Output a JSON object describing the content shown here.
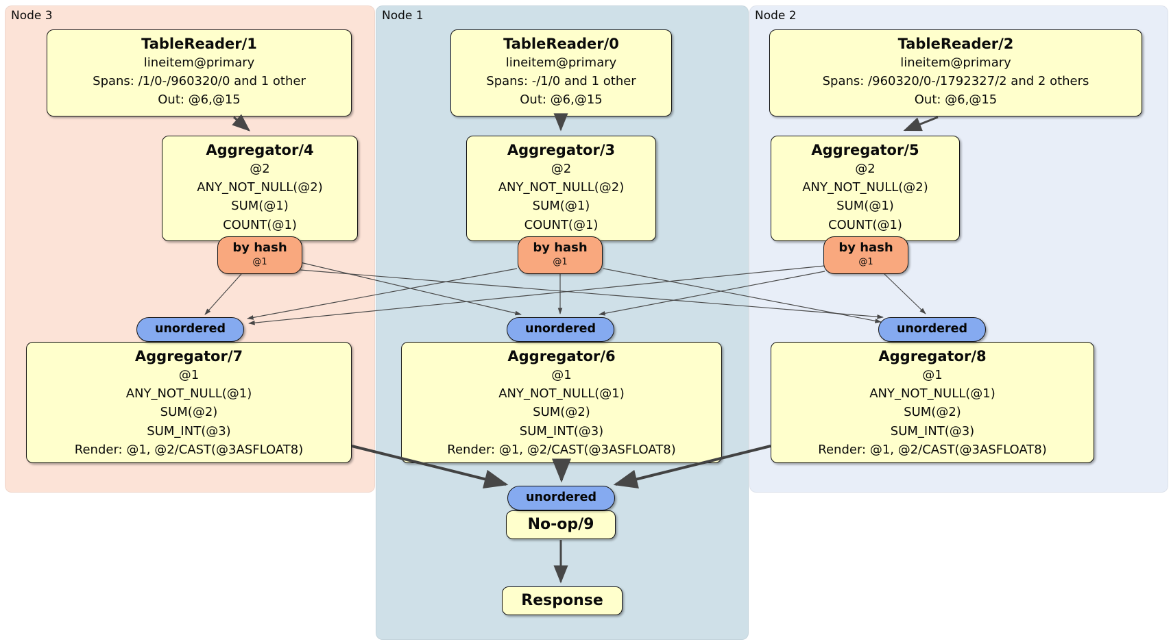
{
  "clusters": [
    {
      "id": "node3",
      "label": "Node 3"
    },
    {
      "id": "node1",
      "label": "Node 1"
    },
    {
      "id": "node2",
      "label": "Node 2"
    }
  ],
  "nodes": {
    "tr1": {
      "title": "TableReader/1",
      "lines": [
        "lineitem@primary",
        "Spans: /1/0-/960320/0 and 1 other",
        "Out: @6,@15"
      ]
    },
    "tr0": {
      "title": "TableReader/0",
      "lines": [
        "lineitem@primary",
        "Spans: -/1/0 and 1 other",
        "Out: @6,@15"
      ]
    },
    "tr2": {
      "title": "TableReader/2",
      "lines": [
        "lineitem@primary",
        "Spans: /960320/0-/1792327/2 and 2 others",
        "Out: @6,@15"
      ]
    },
    "agg4": {
      "title": "Aggregator/4",
      "lines": [
        "@2",
        "ANY_NOT_NULL(@2)",
        "SUM(@1)",
        "COUNT(@1)"
      ]
    },
    "agg3": {
      "title": "Aggregator/3",
      "lines": [
        "@2",
        "ANY_NOT_NULL(@2)",
        "SUM(@1)",
        "COUNT(@1)"
      ]
    },
    "agg5": {
      "title": "Aggregator/5",
      "lines": [
        "@2",
        "ANY_NOT_NULL(@2)",
        "SUM(@1)",
        "COUNT(@1)"
      ]
    },
    "agg7": {
      "title": "Aggregator/7",
      "lines": [
        "@1",
        "ANY_NOT_NULL(@1)",
        "SUM(@2)",
        "SUM_INT(@3)",
        "Render: @1, @2/CAST(@3ASFLOAT8)"
      ]
    },
    "agg6": {
      "title": "Aggregator/6",
      "lines": [
        "@1",
        "ANY_NOT_NULL(@1)",
        "SUM(@2)",
        "SUM_INT(@3)",
        "Render: @1, @2/CAST(@3ASFLOAT8)"
      ]
    },
    "agg8": {
      "title": "Aggregator/8",
      "lines": [
        "@1",
        "ANY_NOT_NULL(@1)",
        "SUM(@2)",
        "SUM_INT(@3)",
        "Render: @1, @2/CAST(@3ASFLOAT8)"
      ]
    },
    "noop": {
      "title": "No-op/9"
    },
    "response": {
      "title": "Response"
    }
  },
  "routers": [
    {
      "label": "by hash",
      "sub": "@1"
    },
    {
      "label": "by hash",
      "sub": "@1"
    },
    {
      "label": "by hash",
      "sub": "@1"
    }
  ],
  "syncs": [
    {
      "label": "unordered"
    },
    {
      "label": "unordered"
    },
    {
      "label": "unordered"
    },
    {
      "label": "unordered"
    }
  ],
  "colors": {
    "box-fill": "#ffffcc",
    "router-fill": "#f9a87e",
    "sync-fill": "#85aaf0",
    "cluster-node3": "#fce3d7",
    "cluster-node1": "#cfe0e8",
    "cluster-node2": "#e8eef8",
    "edge": "#474747"
  }
}
